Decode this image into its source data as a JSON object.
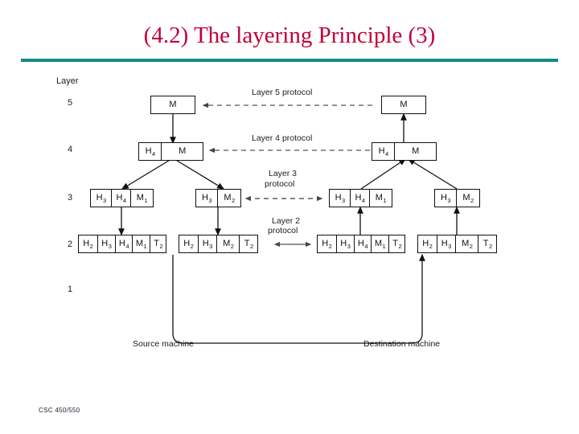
{
  "slide": {
    "title": "(4.2) The layering Principle (3)",
    "footer": "CSC 450/550",
    "accent_title_color": "#C2003B",
    "accent_rule_color": "#138B86",
    "background_color": "#FFFFFF"
  },
  "diagram": {
    "axis_caption": "Layer",
    "layer_numbers": [
      "5",
      "4",
      "3",
      "2",
      "1"
    ],
    "machines": {
      "source": "Source machine",
      "destination": "Destination machine"
    },
    "protocol_labels": {
      "layer5": "Layer 5 protocol",
      "layer4": "Layer 4 protocol",
      "layer3_line1": "Layer 3",
      "layer3_line2": "protocol",
      "layer2_line1": "Layer 2",
      "layer2_line2": "protocol"
    },
    "boxes": {
      "src_l5": {
        "cells": [
          "M"
        ]
      },
      "dst_l5": {
        "cells": [
          "M"
        ]
      },
      "src_l4": {
        "cells": [
          "H4",
          "M"
        ]
      },
      "dst_l4": {
        "cells": [
          "H4",
          "M"
        ]
      },
      "src_l3a": {
        "cells": [
          "H3",
          "H4",
          "M1"
        ]
      },
      "src_l3b": {
        "cells": [
          "H3",
          "M2"
        ]
      },
      "dst_l3a": {
        "cells": [
          "H3",
          "H4",
          "M1"
        ]
      },
      "dst_l3b": {
        "cells": [
          "H3",
          "M2"
        ]
      },
      "src_l2a": {
        "cells": [
          "H2",
          "H3",
          "H4",
          "M1",
          "T2"
        ]
      },
      "src_l2b": {
        "cells": [
          "H2",
          "H3",
          "M2",
          "T2"
        ]
      },
      "dst_l2a": {
        "cells": [
          "H2",
          "H3",
          "H4",
          "M1",
          "T2"
        ]
      },
      "dst_l2b": {
        "cells": [
          "H2",
          "H3",
          "M2",
          "T2"
        ]
      }
    }
  }
}
